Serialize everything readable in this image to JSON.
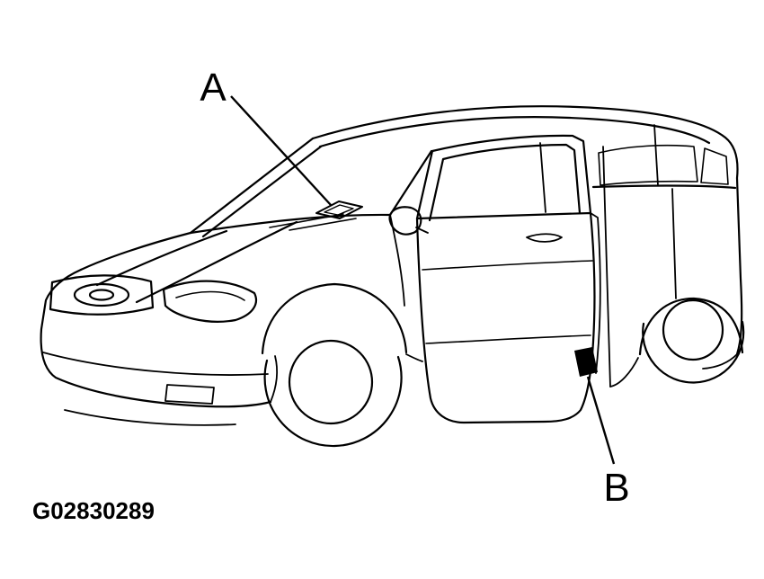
{
  "figure": {
    "code": "G02830289",
    "callouts": {
      "a": "A",
      "b": "B"
    }
  },
  "colors": {
    "background": "#ffffff",
    "line": "#000000",
    "marker_fill": "#000000"
  }
}
